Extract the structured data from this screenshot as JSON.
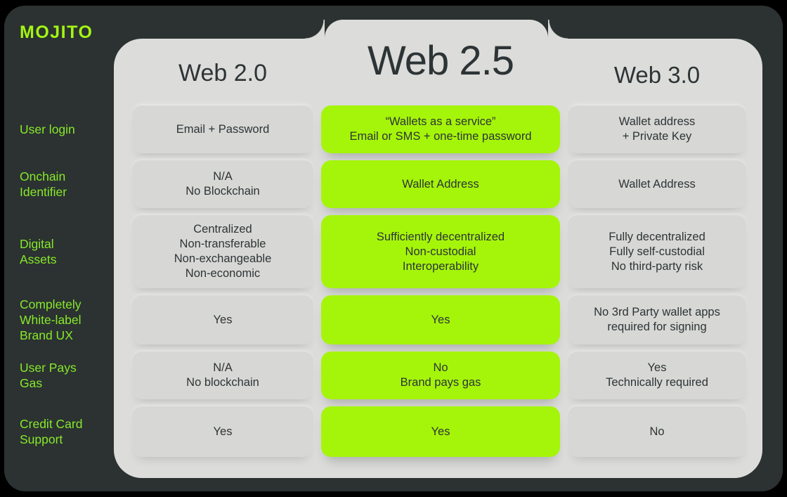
{
  "logo": "MOJITO",
  "columns": [
    {
      "id": "web20",
      "label": "Web 2.0",
      "highlight": false
    },
    {
      "id": "web25",
      "label": "Web 2.5",
      "highlight": true
    },
    {
      "id": "web30",
      "label": "Web 3.0",
      "highlight": false
    }
  ],
  "rows": [
    {
      "label_lines": [
        "User login"
      ],
      "cells": [
        [
          "Email + Password"
        ],
        [
          "“Wallets as a service”",
          "Email or SMS + one-time password"
        ],
        [
          "Wallet address",
          "+ Private Key"
        ]
      ]
    },
    {
      "label_lines": [
        "Onchain",
        "Identifier"
      ],
      "cells": [
        [
          "N/A",
          "No Blockchain"
        ],
        [
          "Wallet Address"
        ],
        [
          "Wallet Address"
        ]
      ]
    },
    {
      "label_lines": [
        "Digital",
        "Assets"
      ],
      "cells": [
        [
          "Centralized",
          "Non-transferable",
          "Non-exchangeable",
          "Non-economic"
        ],
        [
          "Sufficiently decentralized",
          "Non-custodial",
          "Interoperability"
        ],
        [
          "Fully decentralized",
          "Fully self-custodial",
          "No third-party risk"
        ]
      ]
    },
    {
      "label_lines": [
        "Completely",
        "White-label",
        "Brand UX"
      ],
      "cells": [
        [
          "Yes"
        ],
        [
          "Yes"
        ],
        [
          "No 3rd Party wallet apps",
          "required for signing"
        ]
      ]
    },
    {
      "label_lines": [
        "User Pays",
        "Gas"
      ],
      "cells": [
        [
          "N/A",
          "No blockchain"
        ],
        [
          "No",
          "Brand pays gas"
        ],
        [
          "Yes",
          "Technically required"
        ]
      ]
    },
    {
      "label_lines": [
        "Credit Card",
        "Support"
      ],
      "cells": [
        [
          "Yes"
        ],
        [
          "Yes"
        ],
        [
          "No"
        ]
      ]
    }
  ],
  "colors": {
    "bg_black": "#000000",
    "card_bg": "#2B3231",
    "panel_bg": "#DCDCDA",
    "cell_bg": "#D7D7D5",
    "accent": "#A5F50A",
    "label_green": "#87E82B",
    "logo_green": "#A3F512",
    "ink": "#2D3436"
  },
  "chart_data": {
    "type": "table",
    "title": "Web 2.0 vs Web 2.5 vs Web 3.0 comparison (Mojito)",
    "columns": [
      "Web 2.0",
      "Web 2.5",
      "Web 3.0"
    ],
    "highlighted_column": "Web 2.5",
    "row_labels": [
      "User login",
      "Onchain Identifier",
      "Digital Assets",
      "Completely White-label Brand UX",
      "User Pays Gas",
      "Credit Card Support"
    ],
    "values": [
      [
        "Email + Password",
        "“Wallets as a service” Email or SMS + one-time password",
        "Wallet address + Private Key"
      ],
      [
        "N/A No Blockchain",
        "Wallet Address",
        "Wallet Address"
      ],
      [
        "Centralized Non-transferable Non-exchangeable Non-economic",
        "Sufficiently decentralized Non-custodial Interoperability",
        "Fully decentralized Fully self-custodial No third-party risk"
      ],
      [
        "Yes",
        "Yes",
        "No 3rd Party wallet apps required for signing"
      ],
      [
        "N/A No blockchain",
        "No Brand pays gas",
        "Yes Technically required"
      ],
      [
        "Yes",
        "Yes",
        "No"
      ]
    ]
  }
}
